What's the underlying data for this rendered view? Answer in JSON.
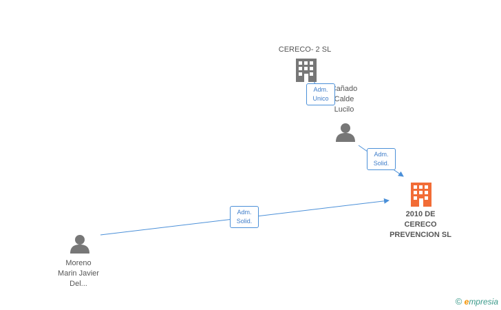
{
  "nodes": {
    "cereco2": {
      "label": "CERECO- 2 SL",
      "icon": "building-icon",
      "color": "#777777"
    },
    "person_top": {
      "label_lines": [
        "Cañado",
        "Calde",
        "Lucilo"
      ],
      "icon": "person-icon",
      "color": "#777777"
    },
    "focus": {
      "label_lines": [
        "2010 DE",
        "CERECO",
        "PREVENCION SL"
      ],
      "icon": "building-icon",
      "color": "#f26c36"
    },
    "person_left": {
      "label_lines": [
        "Moreno",
        "Marin Javier",
        "Del..."
      ],
      "icon": "person-icon",
      "color": "#777777"
    }
  },
  "edges": [
    {
      "from": "cereco2",
      "to": "person_top",
      "role_lines": [
        "Adm.",
        "Unico"
      ]
    },
    {
      "from": "person_top",
      "to": "focus",
      "role_lines": [
        "Adm.",
        "Solid."
      ]
    },
    {
      "from": "person_left",
      "to": "focus",
      "role_lines": [
        "Adm.",
        "Solid."
      ]
    }
  ],
  "watermark": {
    "copyright": "©",
    "brand_initial": "e",
    "brand_rest": "mpresia"
  },
  "colors": {
    "edge": "#4a8fd8",
    "node_grey": "#777777",
    "focus": "#f26c36"
  }
}
